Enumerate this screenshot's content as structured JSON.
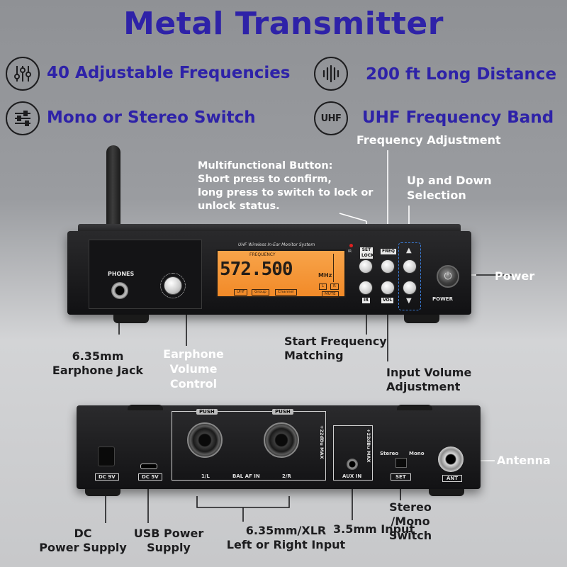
{
  "title": "Metal Transmitter",
  "features": {
    "f1": {
      "text": "40 Adjustable Frequencies",
      "icon": "mixer-sliders-icon"
    },
    "f2": {
      "text": "200 ft Long Distance",
      "icon": "sound-wave-icon"
    },
    "f3": {
      "text": "Mono or Stereo Switch",
      "icon": "equalizer-icon"
    },
    "f4": {
      "text": "UHF Frequency Band",
      "icon": "uhf-icon",
      "icon_text": "UHF"
    }
  },
  "front": {
    "header": "UHF Wireless In-Ear Monitor System",
    "phones_label": "PHONES",
    "lcd": {
      "frequency_label": "FREQUENCY",
      "frequency": "572.500",
      "unit": "MHz",
      "tags": [
        "UHF",
        "Group",
        "Channel"
      ],
      "lr": [
        "L",
        "R"
      ],
      "mute": "MUTE"
    },
    "buttons": {
      "set_lock": "SET LOCK",
      "freq": "FREQ",
      "ir": "IR",
      "vol": "VOL",
      "up": "▲",
      "down": "▼"
    },
    "ir_indicator": "IR",
    "power_label": "POWER"
  },
  "rear": {
    "dc": "DC 9V",
    "usb": "DC 5V",
    "bal_left": "1/L",
    "bal_label": "BAL AF IN",
    "bal_right": "2/R",
    "push": "PUSH",
    "max1": "+22dBu MAX",
    "max2": "+22dBu MAX",
    "aux": "AUX IN",
    "stereo": "Stereo",
    "mono": "Mono",
    "set": "SET",
    "ant": "ANT"
  },
  "callouts": {
    "freq_adjust": "Frequency Adjustment",
    "multi_button": [
      "Multifunctional Button:",
      "Short press to confirm,",
      "long press to switch to lock or",
      "unlock status."
    ],
    "up_down": [
      "Up and Down",
      "Selection"
    ],
    "power": "Power",
    "earphone_jack": [
      "6.35mm",
      "Earphone Jack"
    ],
    "earphone_volume": [
      "Earphone Volume",
      "Control"
    ],
    "start_freq": [
      "Start Frequency",
      "Matching"
    ],
    "input_volume": [
      "Input Volume",
      "Adjustment"
    ],
    "antenna": "Antenna",
    "stereo_mono": [
      "Stereo /Mono",
      "Switch"
    ],
    "dc_power": [
      "DC",
      "Power Supply"
    ],
    "usb_power": [
      "USB Power",
      "Supply"
    ],
    "xlr_input": [
      "6.35mm/XLR",
      "Left or Right Input"
    ],
    "aux_input": "3.5mm Input"
  }
}
